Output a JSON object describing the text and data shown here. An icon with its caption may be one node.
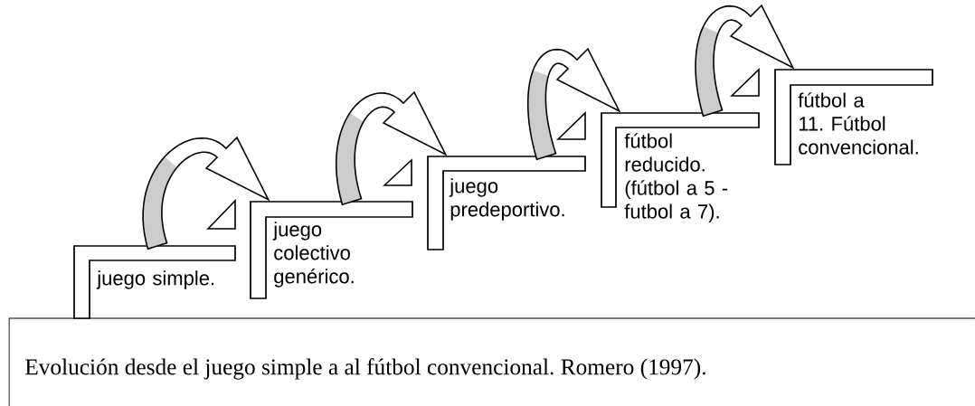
{
  "diagram": {
    "caption": "Evolución desde el juego simple a al fútbol convencional. Romero (1997).",
    "nodes": [
      {
        "text": [
          "juego simple."
        ]
      },
      {
        "text": [
          "juego colectivo genérico."
        ]
      },
      {
        "text": [
          "juego predeportivo."
        ]
      },
      {
        "text": [
          "fútbol reducido. (fútbol a 5 - futbol a 7)."
        ]
      },
      {
        "text": [
          "fútbol a 11. Fútbol convencional."
        ]
      }
    ],
    "edges": [
      {
        "from": 0,
        "to": 1,
        "arrow": "to"
      },
      {
        "from": 1,
        "to": 2,
        "arrow": "to"
      },
      {
        "from": 2,
        "to": 3,
        "arrow": "to"
      },
      {
        "from": 3,
        "to": 4,
        "arrow": "to"
      }
    ]
  }
}
